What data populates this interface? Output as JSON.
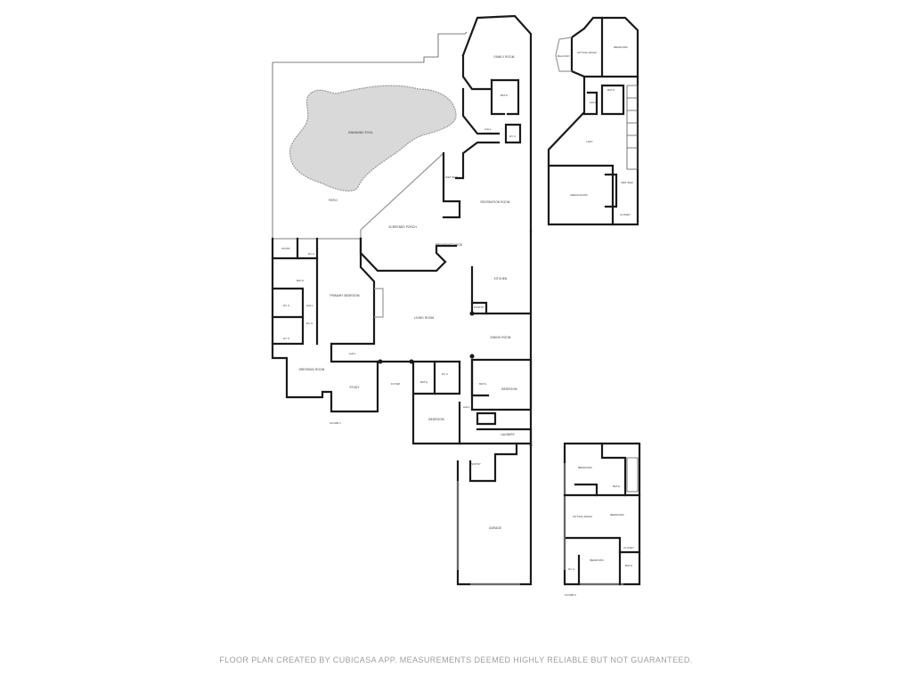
{
  "footer": {
    "disclaimer": "FLOOR PLAN CREATED BY CUBICASA APP. MEASUREMENTS DEEMED HIGHLY RELIABLE BUT NOT GUARANTEED."
  },
  "main_floor": {
    "tag": "FLOOR 1",
    "rooms": {
      "family_room": "FAMILY ROOM",
      "bath_upper": "BATH",
      "wic_upper": "W.I.C.",
      "hall_upper": "HALL",
      "swimming_pool": "SWIMMING POOL",
      "patio": "PATIO",
      "wet_bar": "WET BAR",
      "recreation_room": "RECREATION ROOM",
      "screened_porch": "SCREENED PORCH",
      "breakfast_nook": "BREAKFAST NOOK",
      "kitchen": "KITCHEN",
      "pantry": "PANTRY",
      "dining_room": "DINING ROOM",
      "living_room": "LIVING ROOM",
      "primary_bedroom": "PRIMARY BEDROOM",
      "room_nw": "ROOM",
      "wic_a": "W.I.C.",
      "bath_primary": "BATH",
      "wic_b": "W.I.C.",
      "wic_c": "W.I.C.",
      "wic_d": "W.I.C.",
      "hall_west": "HALL",
      "hall_center": "HALL",
      "dressing_room": "DRESSING ROOM",
      "study": "STUDY",
      "foyer": "FOYER",
      "bath_center": "BATH",
      "wic_center": "W.I.C.",
      "bedroom_center": "BEDROOM",
      "bath_east": "BATH",
      "bedroom_east": "BEDROOM",
      "laundry": "LAUNDRY",
      "hall_laundry": "HALL",
      "pantry_south": "PANTRY",
      "garage": "GARAGE"
    }
  },
  "upper_floor": {
    "rooms": {
      "balcony": "BALCONY",
      "sitting_room": "SITTING ROOM",
      "bedroom": "BEDROOM",
      "bath": "BATH",
      "hall": "HALL",
      "loft": "LOFT",
      "media_room": "MEDIA ROOM",
      "wet_bar": "WET BAR",
      "closet": "CLOSET"
    }
  },
  "second_floor": {
    "tag": "FLOOR 2",
    "rooms": {
      "bedroom_top": "BEDROOM",
      "bath_top": "BATH",
      "sitting_room": "SITTING ROOM",
      "bedroom_mid": "BEDROOM",
      "bedroom_bottom": "BEDROOM",
      "bath_bottom": "BATH",
      "closet": "CLOSET",
      "wic": "W.I.C."
    }
  }
}
